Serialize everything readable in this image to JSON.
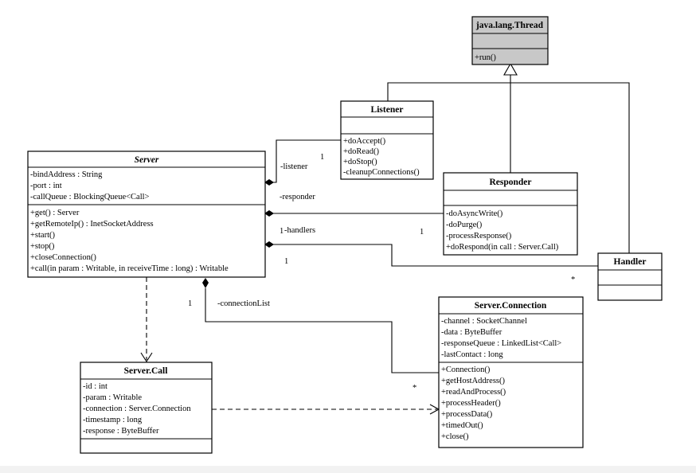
{
  "classes": {
    "thread": {
      "name": "java.lang.Thread",
      "attributes": [],
      "methods": [
        "+run()"
      ]
    },
    "listener": {
      "name": "Listener",
      "attributes": [],
      "methods": [
        "+doAccept()",
        "+doRead()",
        "+doStop()",
        "-cleanupConnections()"
      ]
    },
    "server": {
      "name": "Server",
      "attributes": [
        "-bindAddress : String",
        "-port : int",
        "-callQueue : BlockingQueue<Call>"
      ],
      "methods": [
        "+get() : Server",
        "+getRemoteIp() : InetSocketAddress",
        "+start()",
        "+stop()",
        "+closeConnection()",
        "+call(in param : Writable, in receiveTime : long) : Writable"
      ]
    },
    "responder": {
      "name": "Responder",
      "attributes": [],
      "methods": [
        "-doAsyncWrite()",
        "-doPurge()",
        "-processResponse()",
        "+doRespond(in call : Server.Call)"
      ]
    },
    "handler": {
      "name": "Handler",
      "attributes": [],
      "methods": []
    },
    "connection": {
      "name": "Server.Connection",
      "attributes": [
        "-channel : SocketChannel",
        "-data : ByteBuffer",
        "-responseQueue : LinkedList<Call>",
        "-lastContact : long"
      ],
      "methods": [
        "+Connection()",
        "+getHostAddress()",
        "+readAndProcess()",
        "+processHeader()",
        "+processData()",
        "+timedOut()",
        "+close()"
      ]
    },
    "call": {
      "name": "Server.Call",
      "attributes": [
        "-id : int",
        "-param : Writable",
        "-connection : Server.Connection",
        "-timestamp : long",
        "-response : ByteBuffer"
      ],
      "methods": []
    }
  },
  "labels": {
    "listener_role": "-listener",
    "listener_mult": "1",
    "responder_role": "-responder",
    "responder_mult": "1",
    "handlers_role": "-handlers",
    "handlers_mult_server": "1",
    "handlers_mult_many": "1",
    "handler_star": "*",
    "connlist_role": "-connectionList",
    "connlist_mult": "1",
    "conn_star": "*"
  }
}
